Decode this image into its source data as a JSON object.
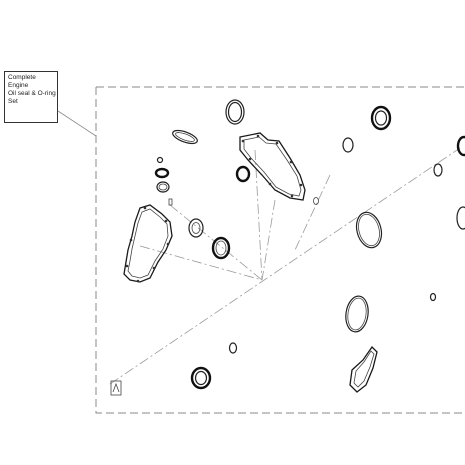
{
  "callout": {
    "lines": [
      "Complete",
      "Engine",
      "Oil seal & O-ring",
      "Set"
    ]
  },
  "colors": {
    "line": "#222222",
    "frame": "#8a8a8a",
    "background": "#ffffff"
  }
}
